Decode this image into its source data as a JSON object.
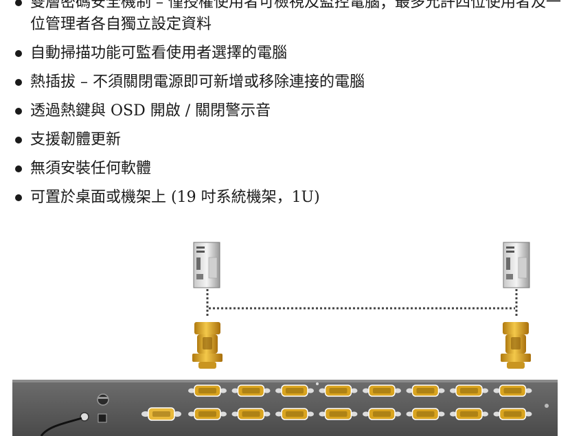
{
  "features": [
    {
      "text": "雙層密碼安全機制 – 僅授權使用者可檢視及監控電腦；最多允許四位使用者及一位管理者各自獨立設定資料"
    },
    {
      "text": "自動掃描功能可監看使用者選擇的電腦"
    },
    {
      "text": "熱插拔 – 不須關閉電源即可新增或移除連接的電腦"
    },
    {
      "text": "透過熱鍵與 OSD 開啟 / 關閉警示音"
    },
    {
      "text": "支援韌體更新"
    },
    {
      "text": "無須安裝任何軟體"
    },
    {
      "text": "可置於桌面或機架上 (19 吋系統機架，1U)"
    }
  ],
  "diagram": {
    "kvm_port_rows": 2,
    "kvm_ports_per_row": 8,
    "colors": {
      "panel": "#5a5a5a",
      "connector": "#d9a420",
      "dotted_link": "#444444"
    }
  }
}
